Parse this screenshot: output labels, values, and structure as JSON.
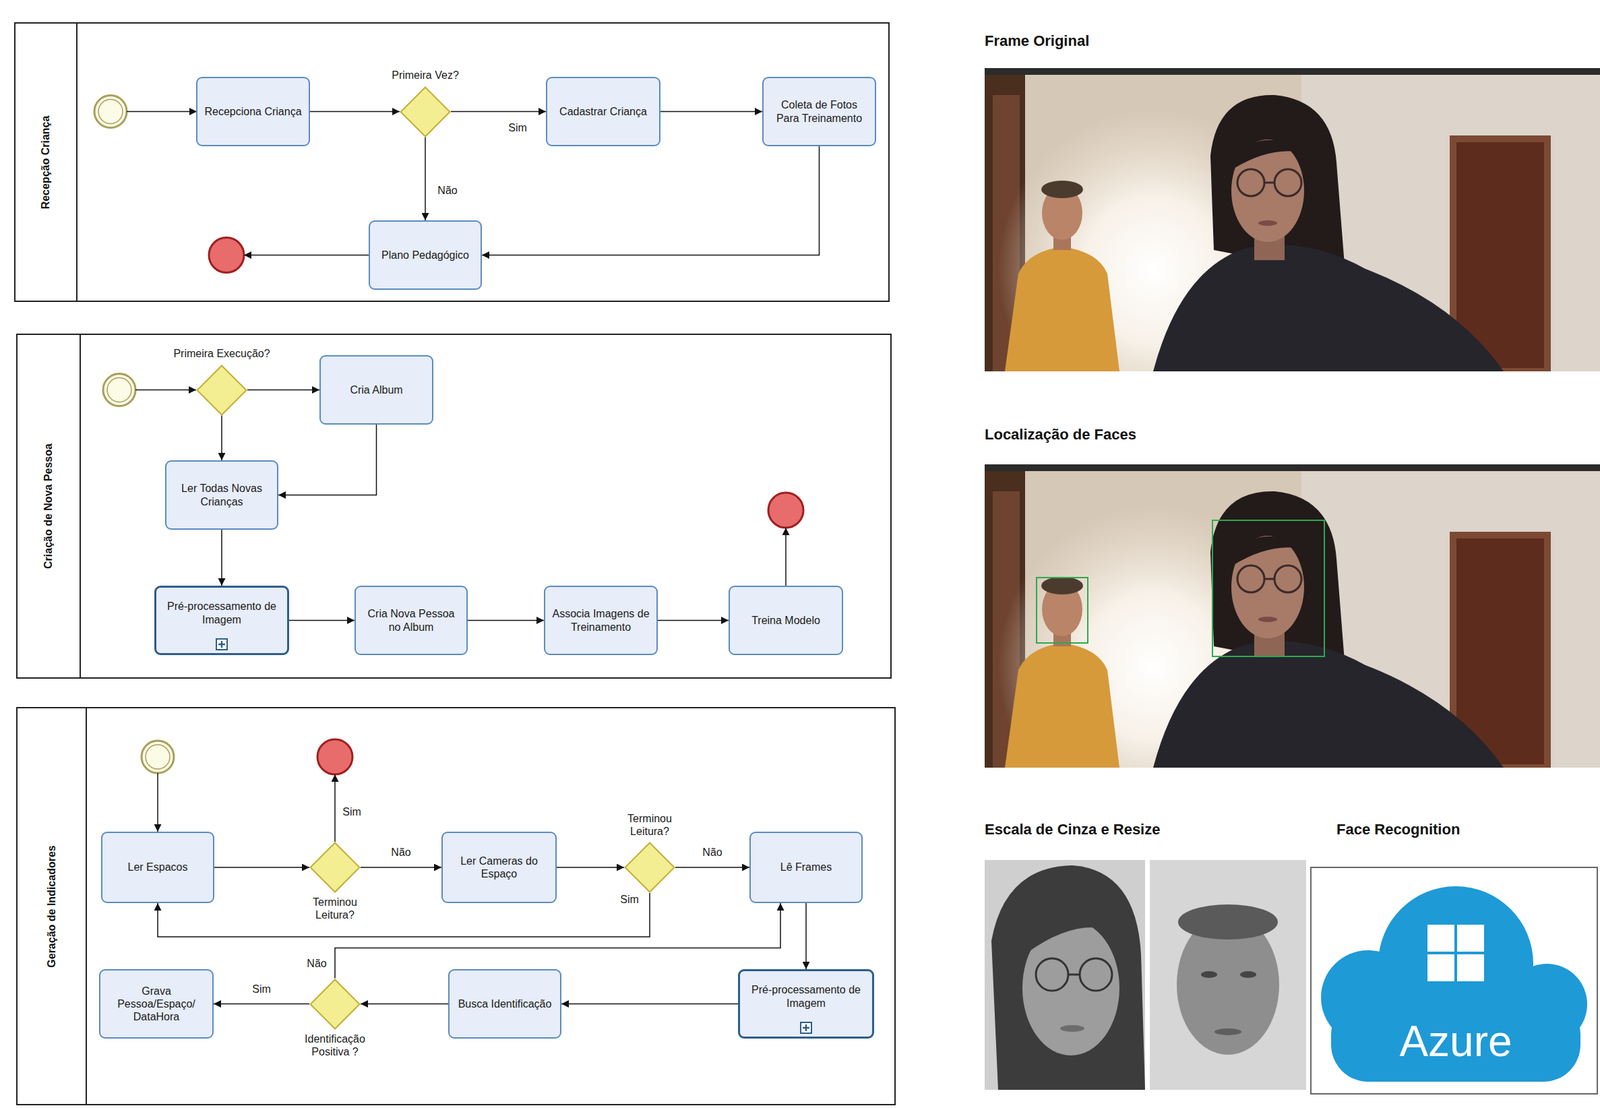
{
  "diagram": {
    "nodes": [
      {
        "text": [
          "Recepção Criança"
        ]
      },
      {
        "text": [
          "Recepciona Criança"
        ],
        "in": 0
      },
      {
        "text": [
          "Primeira Vez?"
        ],
        "in": 0
      },
      {
        "text": [
          "Cadastrar Criança"
        ],
        "in": 0
      },
      {
        "text": [
          "Coleta de Fotos Para Treinamento"
        ],
        "in": 0
      },
      {
        "text": [
          "Plano Pedagógico"
        ],
        "in": 0
      },
      {
        "text": [
          "Criação de Nova Pessoa"
        ]
      },
      {
        "text": [
          "Primeira Execução?"
        ],
        "in": 6
      },
      {
        "text": [
          "Cria Album"
        ],
        "in": 6
      },
      {
        "text": [
          "Ler Todas Novas Crianças"
        ],
        "in": 6
      },
      {
        "text": [
          "Pré-processamento de Imagem"
        ],
        "in": 6
      },
      {
        "text": [
          "Cria Nova Pessoa no Album"
        ],
        "in": 6
      },
      {
        "text": [
          "Associa Imagens de Treinamento"
        ],
        "in": 6
      },
      {
        "text": [
          "Treina Modelo"
        ],
        "in": 6
      },
      {
        "text": [
          "Geração de Indicadores"
        ]
      },
      {
        "text": [
          "Ler Espacos"
        ],
        "in": 14
      },
      {
        "text": [
          "Terminou Leitura?"
        ],
        "in": 14
      },
      {
        "text": [
          "Ler Cameras do Espaço"
        ],
        "in": 14
      },
      {
        "text": [
          "Terminou Leitura?"
        ],
        "in": 14
      },
      {
        "text": [
          "Lê Frames"
        ],
        "in": 14
      },
      {
        "text": [
          "Pré-processamento de Imagem"
        ],
        "in": 14
      },
      {
        "text": [
          "Busca Identificação"
        ],
        "in": 14
      },
      {
        "text": [
          "Identificação Positiva ?"
        ],
        "in": 14
      },
      {
        "text": [
          "Grava Pessoa/Espaço/ DataHora"
        ],
        "in": 14
      }
    ],
    "edges": [
      {
        "from": 1,
        "to": 2,
        "arrow": "to"
      },
      {
        "from": 2,
        "to": 3,
        "label": "Sim",
        "arrow": "to"
      },
      {
        "from": 3,
        "to": 4,
        "arrow": "to"
      },
      {
        "from": 2,
        "to": 5,
        "label": "Não",
        "arrow": "to"
      },
      {
        "from": 4,
        "to": 5,
        "arrow": "to"
      },
      {
        "from": 7,
        "to": 8,
        "arrow": "to"
      },
      {
        "from": 7,
        "to": 9,
        "arrow": "to"
      },
      {
        "from": 8,
        "to": 9,
        "arrow": "to"
      },
      {
        "from": 9,
        "to": 10,
        "arrow": "to"
      },
      {
        "from": 10,
        "to": 11,
        "arrow": "to"
      },
      {
        "from": 11,
        "to": 12,
        "arrow": "to"
      },
      {
        "from": 12,
        "to": 13,
        "arrow": "to"
      },
      {
        "from": 15,
        "to": 16,
        "arrow": "to"
      },
      {
        "from": 16,
        "to": 17,
        "label": "Não",
        "arrow": "to"
      },
      {
        "from": 17,
        "to": 18,
        "arrow": "to"
      },
      {
        "from": 18,
        "to": 19,
        "label": "Não",
        "arrow": "to"
      },
      {
        "from": 18,
        "to": 15,
        "label": "Sim",
        "arrow": "to"
      },
      {
        "from": 19,
        "to": 20,
        "arrow": "to"
      },
      {
        "from": 20,
        "to": 21,
        "arrow": "to"
      },
      {
        "from": 21,
        "to": 22,
        "arrow": "to"
      },
      {
        "from": 22,
        "to": 23,
        "label": "Sim",
        "arrow": "to"
      },
      {
        "from": 22,
        "to": 19,
        "label": "Não",
        "arrow": "to"
      }
    ],
    "labels": [
      "Sim",
      "Frame Original",
      "Localização de Faces",
      "Escala de Cinza e Resize",
      "Face Recognition",
      "Azure"
    ]
  }
}
